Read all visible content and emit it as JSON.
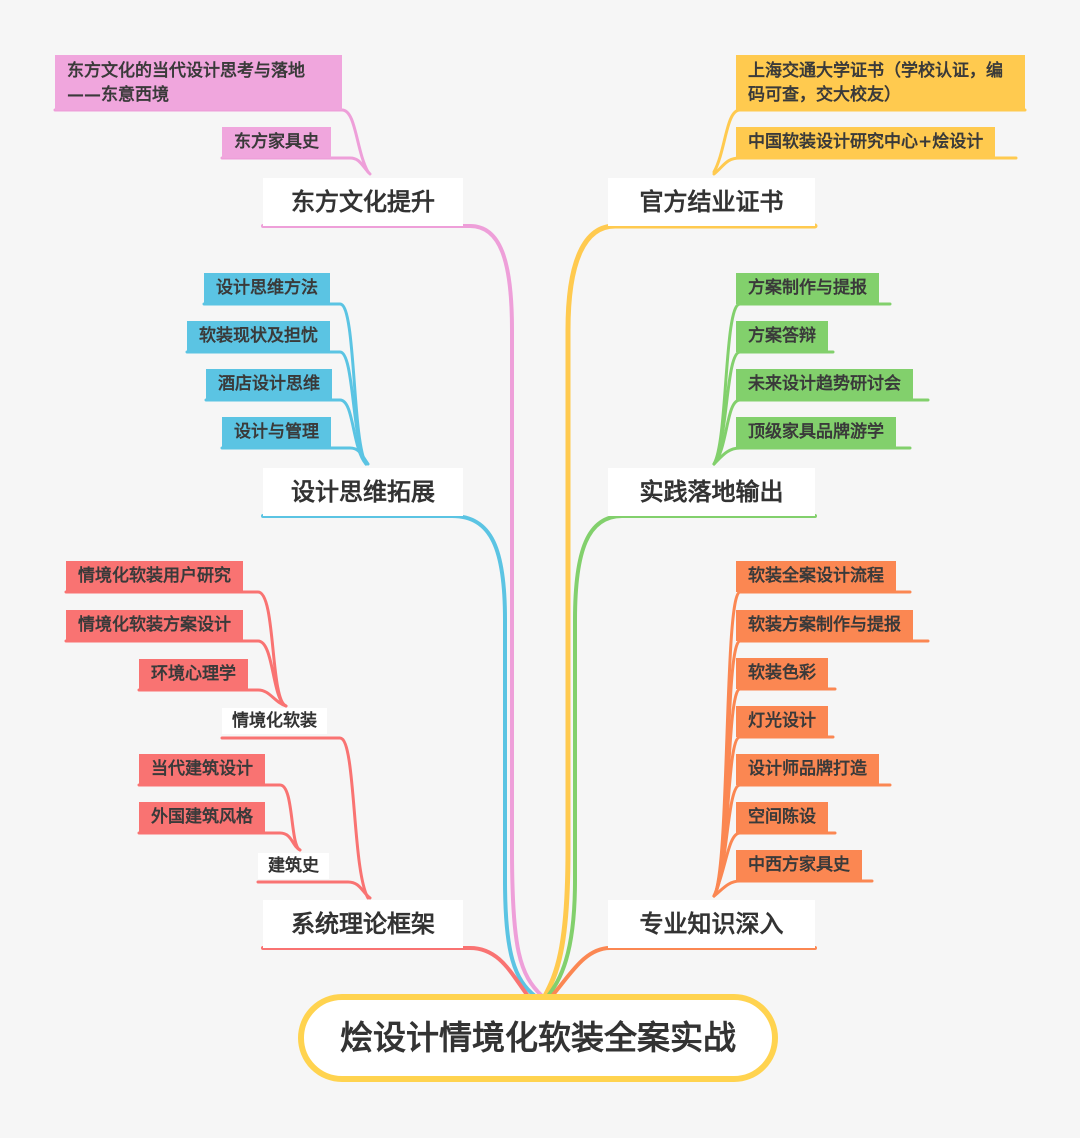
{
  "root": {
    "label": "烩设计情境化软装全案实战"
  },
  "branches": {
    "eastern": {
      "label": "东方文化提升",
      "color": "#ee9fd9",
      "items": [
        "东方文化的当代设计思考与落地——东意西境",
        "东方家具史"
      ]
    },
    "thinking": {
      "label": "设计思维拓展",
      "color": "#5bc4e3",
      "items": [
        "设计思维方法",
        "软装现状及担忧",
        "酒店设计思维",
        "设计与管理"
      ]
    },
    "theory": {
      "label": "系统理论框架",
      "color": "#f97372",
      "sub1": {
        "label": "情境化软装",
        "items": [
          "情境化软装用户研究",
          "情境化软装方案设计",
          "环境心理学"
        ]
      },
      "sub2": {
        "label": "建筑史",
        "items": [
          "当代建筑设计",
          "外国建筑风格"
        ]
      }
    },
    "certificate": {
      "label": "官方结业证书",
      "color": "#ffca4f",
      "items": [
        "上海交通大学证书（学校认证，编码可查，交大校友）",
        "中国软装设计研究中心+烩设计"
      ]
    },
    "practice": {
      "label": "实践落地输出",
      "color": "#82d06c",
      "items": [
        "方案制作与提报",
        "方案答辩",
        "未来设计趋势研讨会",
        "顶级家具品牌游学"
      ]
    },
    "expertise": {
      "label": "专业知识深入",
      "color": "#fb8752",
      "items": [
        "软装全案设计流程",
        "软装方案制作与提报",
        "软装色彩",
        "灯光设计",
        "设计师品牌打造",
        "空间陈设",
        "中西方家具史"
      ]
    }
  }
}
